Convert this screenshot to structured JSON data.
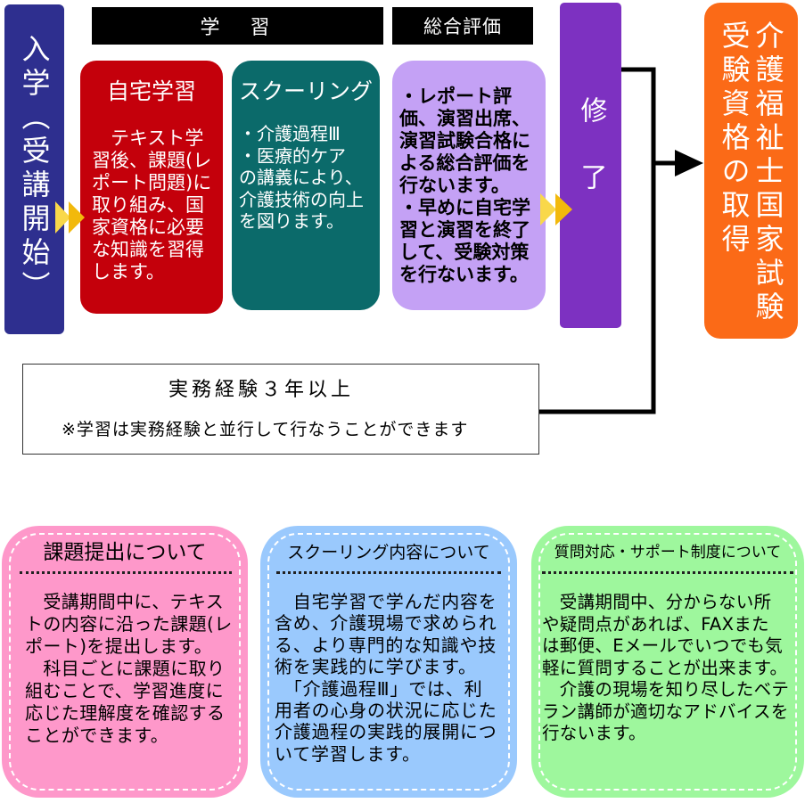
{
  "colors": {
    "navy": "#2e2f8f",
    "header": "#000000",
    "red": "#c4000b",
    "teal": "#0b6a6a",
    "lavender": "#c4a1f5",
    "purple": "#7d31c1",
    "orange": "#fb6a17",
    "pink": "#fe98ca",
    "blue": "#9ac9fd",
    "green": "#9ef79d",
    "arrow": "#f2b90c",
    "arrow_light": "#f9d84a"
  },
  "icons": {
    "step_arrow": "double-chevron-right-icon",
    "result_arrow": "arrow-right-icon"
  },
  "start": {
    "label": "入学（受講開始）"
  },
  "headers": {
    "study": "学　習",
    "evaluation": "総合評価"
  },
  "home_study": {
    "title": "自宅学習",
    "lines": [
      "　テキスト学",
      "習後、課題(レ",
      "ポート問題)に",
      "取り組み、国",
      "家資格に必要",
      "な知識を習得",
      "します。"
    ]
  },
  "schooling": {
    "title": "スクーリング",
    "lines": [
      "・介護過程Ⅲ",
      "・医療的ケア",
      "の講義により、",
      "介護技術の向上",
      "を図ります。"
    ]
  },
  "evaluation": {
    "lines": [
      "・レポート評",
      "価、演習出席、",
      "演習試験合格に",
      "よる総合評価を",
      "行ないます。",
      "・早めに自宅学",
      "習と演習を終了",
      "して、受験対策",
      "を行ないます。"
    ]
  },
  "completion": {
    "label": "修了"
  },
  "qualification": {
    "lines": [
      "介護福祉士国家試験",
      "受験資格の取得"
    ]
  },
  "experience": {
    "title": "実務経験３年以上",
    "note": "※学習は実務経験と並行して行なうことができます"
  },
  "info": {
    "assignments": {
      "title": "課題提出について",
      "lines": [
        "　受講期間中に、テキス",
        "トの内容に沿った課題(レ",
        "ポート)を提出します。",
        "　科目ごとに課題に取り",
        "組むことで、学習進度に",
        "応じた理解度を確認する",
        "ことができます。"
      ]
    },
    "schooling_details": {
      "title": "スクーリング内容について",
      "lines": [
        "　自宅学習で学んだ内容を",
        "含め、介護現場で求められ",
        "る、より専門的な知識や技",
        "術を実践的に学びます。",
        "　「介護過程Ⅲ」では、利",
        "用者の心身の状況に応じた",
        "介護過程の実践的展開につ",
        "いて学習します。"
      ]
    },
    "support": {
      "title": "質問対応・サポート制度について",
      "lines": [
        "　受講期間中、分からない所",
        "や疑問点があれば、FAXまた",
        "は郵便、Eメールでいつでも気",
        "軽に質問することが出来ます。",
        "　介護の現場を知り尽したベテ",
        "ラン講師が適切なアドバイスを",
        "行ないます。"
      ]
    }
  }
}
